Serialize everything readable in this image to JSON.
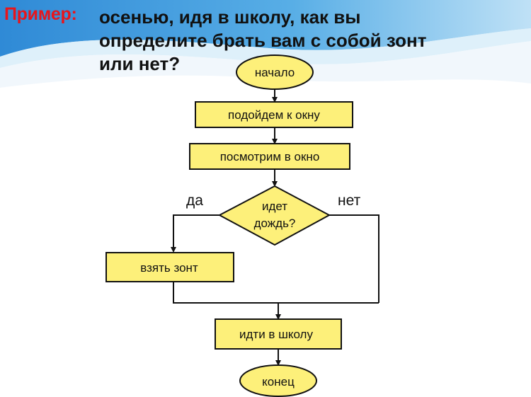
{
  "heading": {
    "prefix": "Пример:",
    "lines": [
      "осенью, идя в школу, как вы",
      "определите брать вам с собой зонт",
      "или нет?"
    ]
  },
  "flowchart": {
    "start": "начало",
    "step1": "подойдем к окну",
    "step2": "посмотрим в окно",
    "decision_line1": "идет",
    "decision_line2": "дождь?",
    "yes_label": "да",
    "no_label": "нет",
    "yes_action": "взять зонт",
    "step3": "идти в школу",
    "end": "конец"
  },
  "colors": {
    "shape_fill": "#fdf07a",
    "stroke": "#111111",
    "prefix": "#e8151b",
    "banner": "#3d97dc"
  }
}
